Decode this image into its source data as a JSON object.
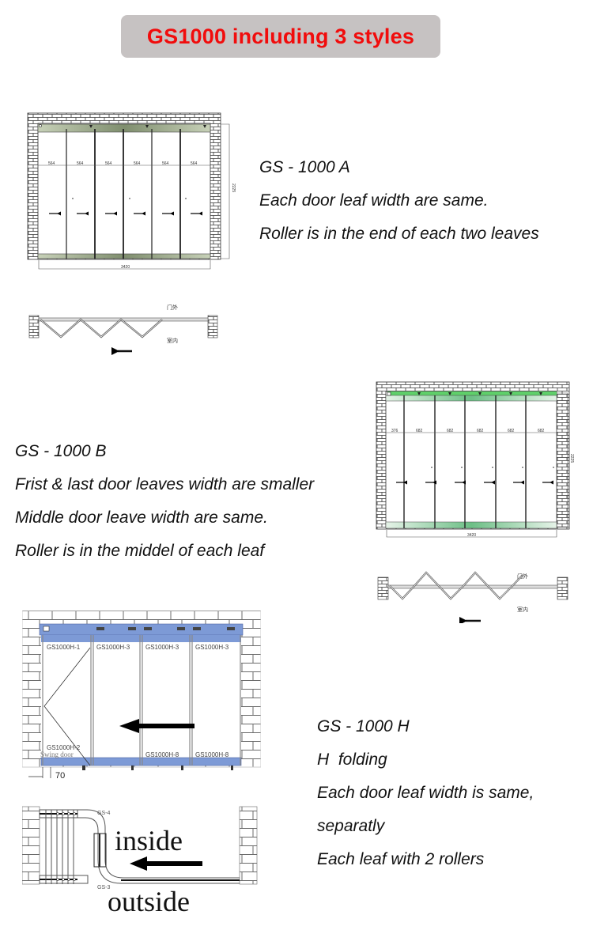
{
  "header": {
    "title": "GS1000 including 3 styles"
  },
  "styles": [
    {
      "name": "GS - 1000 A",
      "lines": [
        "Each door leaf width are same.",
        "Roller is in the end of each two leaves"
      ],
      "drawing": {
        "leaf_widths": [
          "564",
          "564",
          "564",
          "564",
          "564",
          "564"
        ],
        "total_width": "3420",
        "height": "2225",
        "label_outside": "门外",
        "label_inside": "室内",
        "accent_color": "#8a9a76"
      }
    },
    {
      "name": "GS - 1000 B",
      "lines": [
        "Frist & last door leaves width are smaller",
        "Middle door leave width are same.",
        "Roller is in the middel of each leaf"
      ],
      "drawing": {
        "leaf_widths": [
          "376",
          "682",
          "682",
          "682",
          "682",
          "682"
        ],
        "total_width": "3420",
        "height": "2225",
        "label_outside": "门外",
        "label_inside": "室内",
        "accent_color": "#5cc36a"
      }
    },
    {
      "name": "GS - 1000 H",
      "lines": [
        "H  folding",
        "Each door leaf width is same,",
        "separatly",
        "Each leaf with 2 rollers"
      ],
      "drawing": {
        "top_labels": [
          "GS1000H-1",
          "GS1000H-3",
          "GS1000H-3",
          "GS1000H-3"
        ],
        "bottom_labels": [
          "GS1000H-2",
          "",
          "GS1000H-8",
          "GS1000H-8"
        ],
        "swing_label": "Swing door",
        "offset_dim": "70",
        "track_top": "GS-4",
        "track_bottom": "GS-3",
        "label_inside": "inside",
        "label_outside": "outside",
        "accent_color": "#7d9ad6"
      }
    }
  ]
}
